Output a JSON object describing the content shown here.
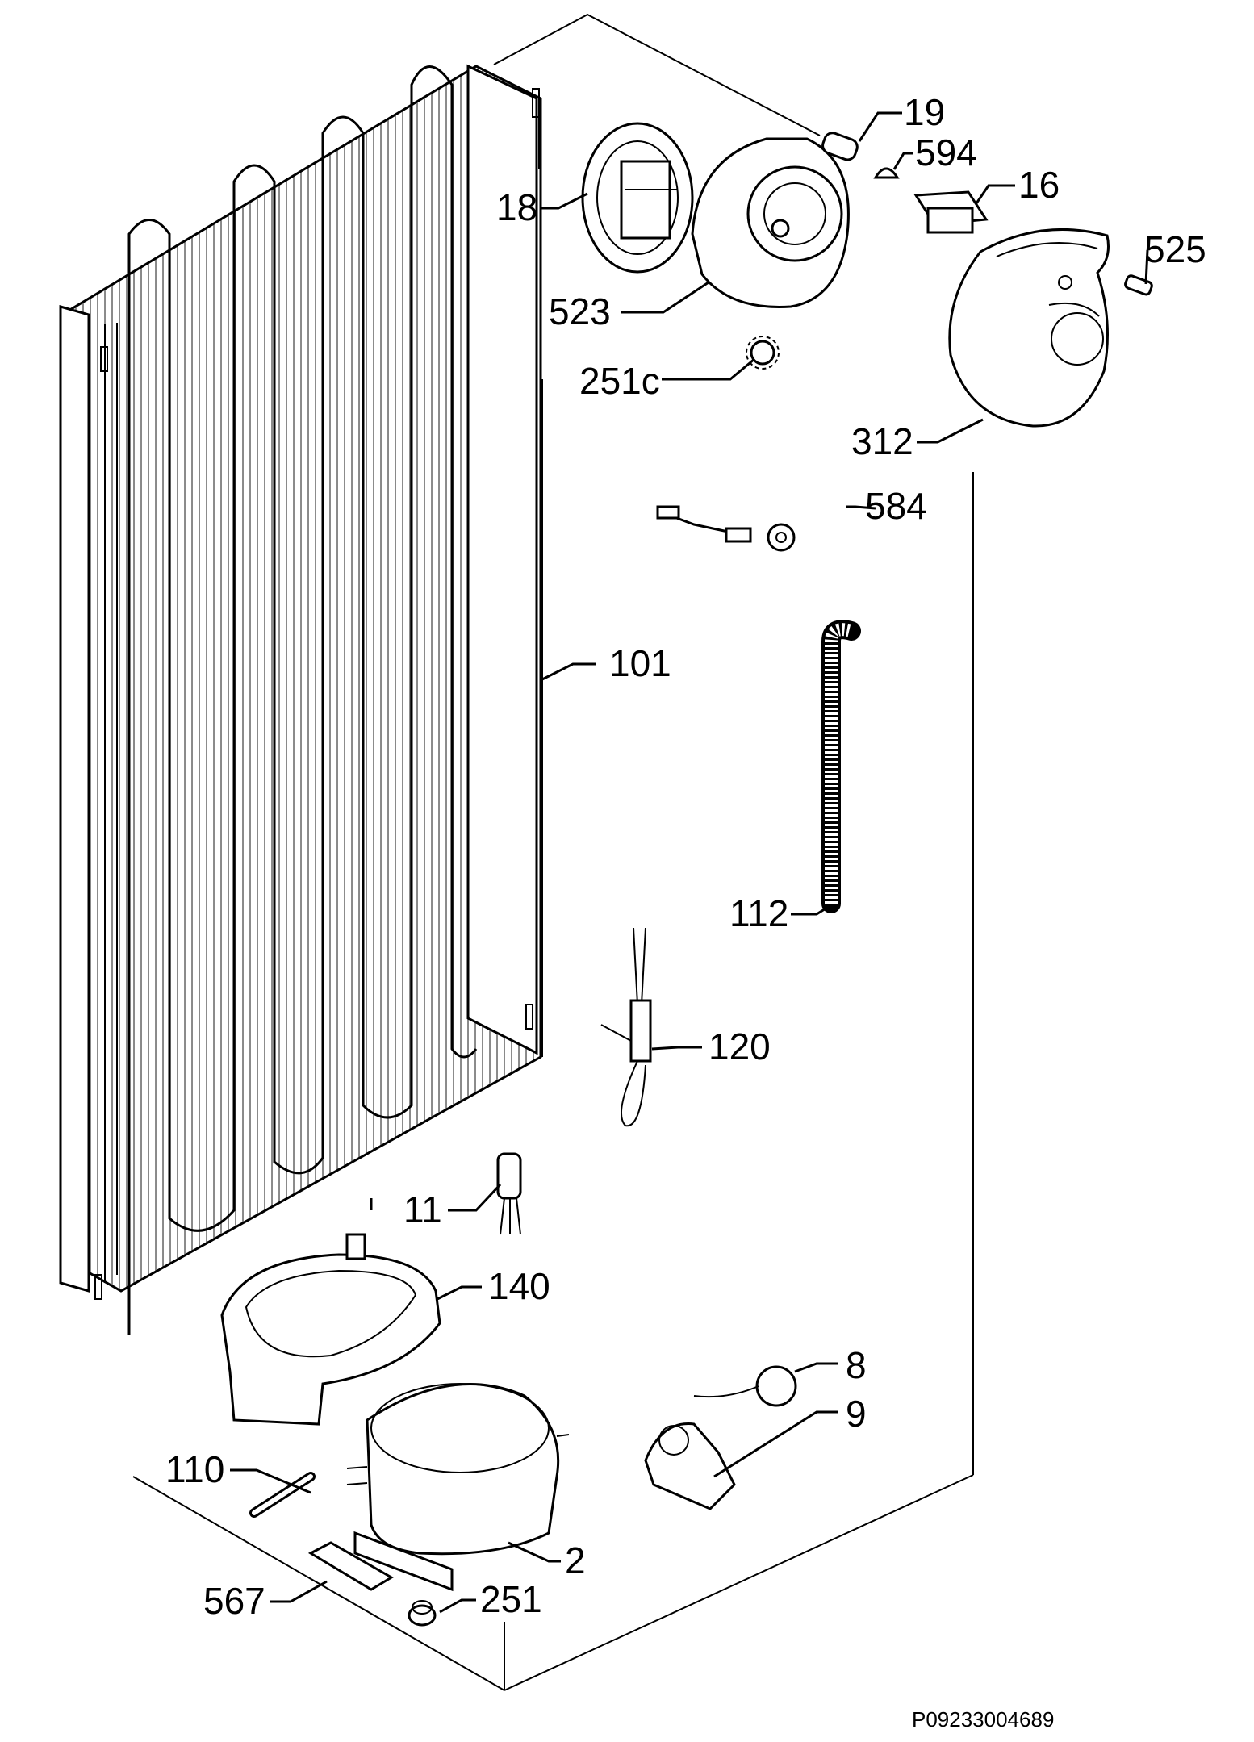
{
  "diagram": {
    "reference_code": "P09233004689",
    "callouts": [
      {
        "id": "19",
        "text": "19"
      },
      {
        "id": "594",
        "text": "594"
      },
      {
        "id": "16",
        "text": "16"
      },
      {
        "id": "525",
        "text": "525"
      },
      {
        "id": "18",
        "text": "18"
      },
      {
        "id": "523",
        "text": "523"
      },
      {
        "id": "251c",
        "text": "251c"
      },
      {
        "id": "312",
        "text": "312"
      },
      {
        "id": "584",
        "text": "584"
      },
      {
        "id": "101",
        "text": "101"
      },
      {
        "id": "112",
        "text": "112"
      },
      {
        "id": "120",
        "text": "120"
      },
      {
        "id": "11",
        "text": "11"
      },
      {
        "id": "140",
        "text": "140"
      },
      {
        "id": "8",
        "text": "8"
      },
      {
        "id": "9",
        "text": "9"
      },
      {
        "id": "110",
        "text": "110"
      },
      {
        "id": "2",
        "text": "2"
      },
      {
        "id": "567",
        "text": "567"
      },
      {
        "id": "251",
        "text": "251"
      }
    ]
  }
}
